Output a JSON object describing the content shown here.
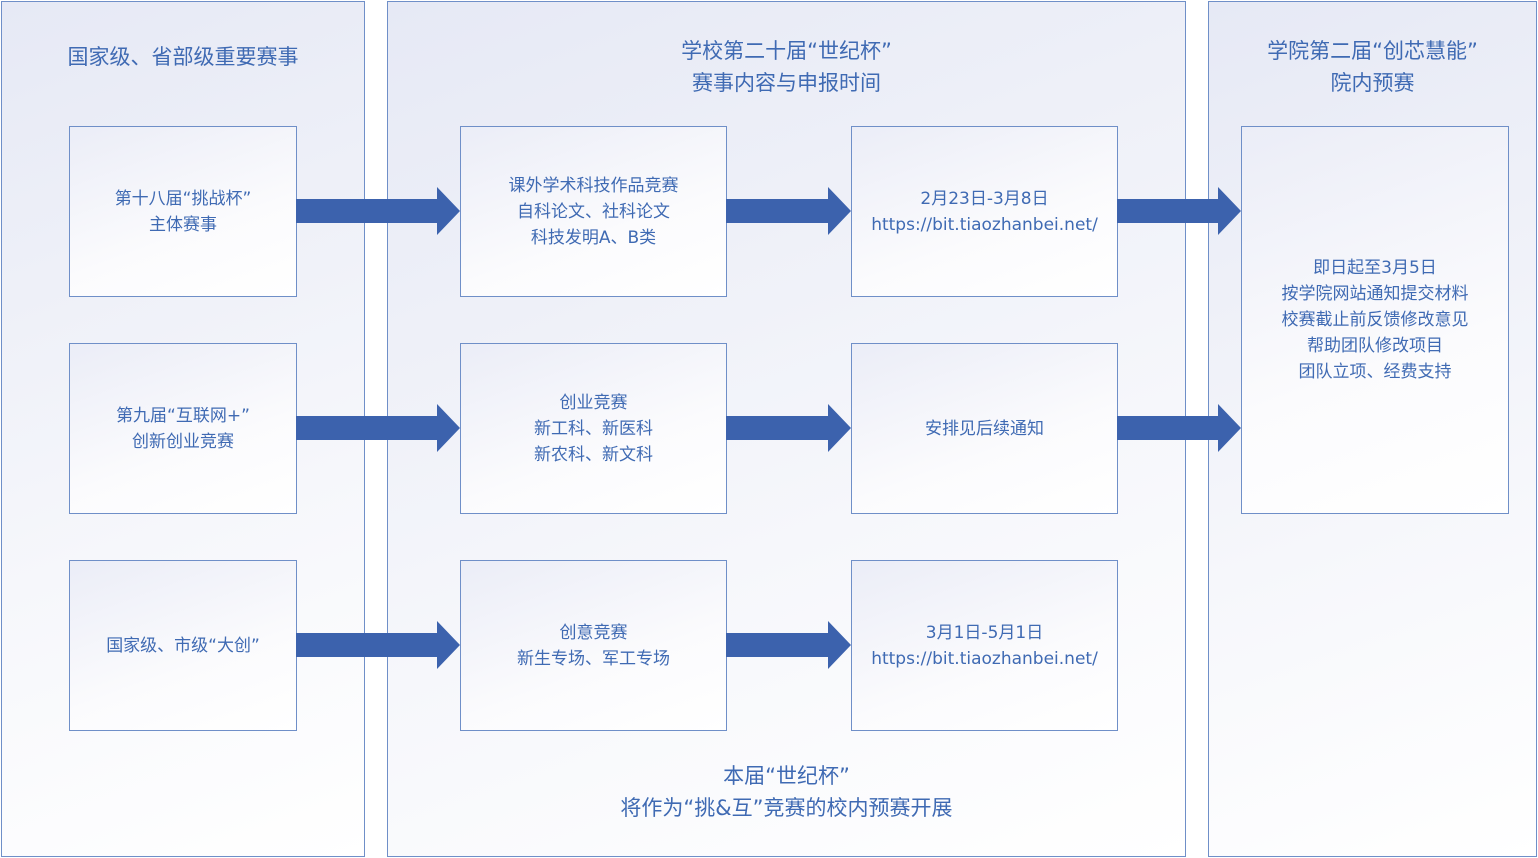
{
  "columns": [
    {
      "title": [
        "国家级、省部级重要赛事"
      ]
    },
    {
      "title": [
        "学校第二十届“世纪杯”",
        "赛事内容与申报时间"
      ],
      "footer": [
        "本届“世纪杯”",
        "将作为“挑&互”竞赛的校内预赛开展"
      ]
    },
    {
      "title": [
        "学院第二届“创芯慧能”",
        "院内预赛"
      ]
    }
  ],
  "rows": [
    {
      "source": [
        "第十八届“挑战杯”",
        "主体赛事"
      ],
      "content": [
        "课外学术科技作品竞赛",
        "自科论文、社科论文",
        "科技发明A、B类"
      ],
      "time": [
        "2月23日-3月8日",
        "https://bit.tiaozhanbei.net/"
      ]
    },
    {
      "source": [
        "第九届“互联网+”",
        "创新创业竞赛"
      ],
      "content": [
        "创业竞赛",
        "新工科、新医科",
        "新农科、新文科"
      ],
      "time": [
        "安排见后续通知"
      ]
    },
    {
      "source": [
        "国家级、市级“大创”"
      ],
      "content": [
        "创意竞赛",
        "新生专场、军工专场"
      ],
      "time": [
        "3月1日-5月1日",
        "https://bit.tiaozhanbei.net/"
      ]
    }
  ],
  "college": [
    "即日起至3月5日",
    "按学院网站通知提交材料",
    "校赛截止前反馈修改意见",
    "帮助团队修改项目",
    "团队立项、经费支持"
  ],
  "colors": {
    "text": "#3f6ab3",
    "border": "#6f8fc8",
    "arrow": "#3c62ad"
  }
}
